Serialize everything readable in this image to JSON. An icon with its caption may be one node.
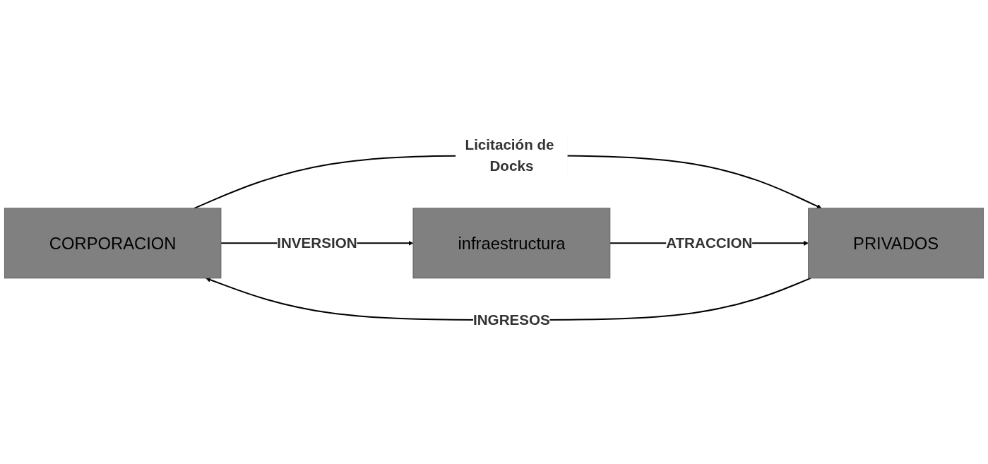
{
  "diagram": {
    "nodes": [
      {
        "text": [
          "CORPORACION"
        ]
      },
      {
        "text": [
          "PRIVADOS"
        ]
      },
      {
        "text": [
          "infraestructura"
        ]
      }
    ],
    "edges": [
      {
        "from": 0,
        "to": 1,
        "arrow": "to",
        "label": "Licitación de Docks"
      },
      {
        "from": 1,
        "to": 0,
        "arrow": "to",
        "label": "INGRESOS"
      },
      {
        "from": 0,
        "to": 2,
        "arrow": "to",
        "label": "INVERSION"
      },
      {
        "from": 2,
        "to": 1,
        "arrow": "to",
        "label": "ATRACCION"
      }
    ]
  }
}
